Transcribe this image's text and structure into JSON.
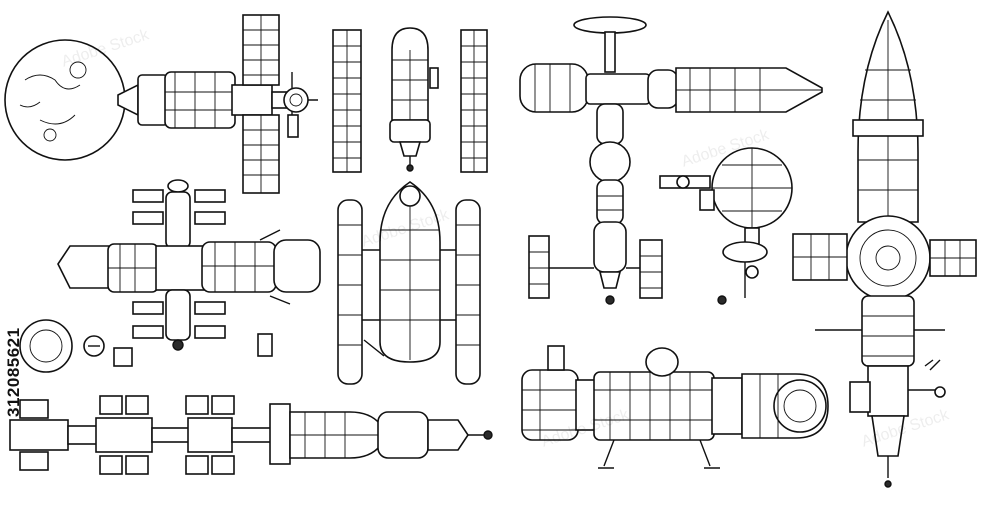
{
  "image": {
    "stock_id": "312085621",
    "watermark_text": "Adobe Stock"
  },
  "style": {
    "ink_color": "#111111",
    "paper_color": "#ffffff"
  },
  "drawings": [
    "station-with-sphere",
    "panel-truss-left",
    "capsule-top",
    "panel-truss-right",
    "t-station",
    "tall-rocket-station",
    "cross-station",
    "twin-tank-module",
    "satellite-pod",
    "long-train-station",
    "heavy-lander-module",
    "small-parts"
  ]
}
